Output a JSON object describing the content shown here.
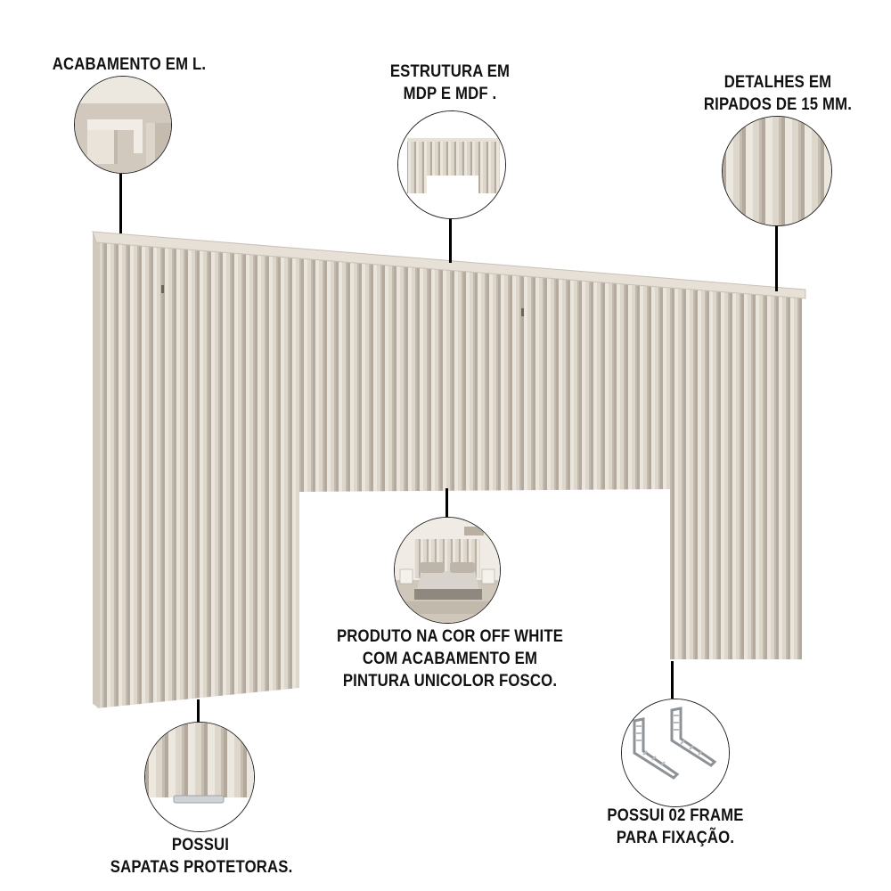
{
  "labels": {
    "acabamento": "ACABAMENTO EM L.",
    "estrutura_line1": "ESTRUTURA EM",
    "estrutura_line2": "MDP E MDF .",
    "detalhes_line1": "DETALHES EM",
    "detalhes_line2": "RIPADOS DE 15 MM.",
    "produto_line1": "PRODUTO NA COR OFF WHITE",
    "produto_line2": "COM ACABAMENTO EM",
    "produto_line3": "PINTURA UNICOLOR FOSCO.",
    "possui_line1": "POSSUI",
    "possui_line2": "SAPATAS PROTETORAS.",
    "frame_line1": "POSSUI 02 FRAME",
    "frame_line2": "PARA FIXAÇÃO."
  },
  "colors": {
    "panel_base": "#d9d2c7",
    "panel_light": "#e9e3da",
    "panel_shadow": "#b5ac9f",
    "top_rail": "#e4ded4",
    "text": "#111111"
  },
  "callouts": [
    {
      "name": "l-finish-detail",
      "icon": "l-profile-corner"
    },
    {
      "name": "structure-detail",
      "icon": "slatted-panel-section"
    },
    {
      "name": "slats-detail",
      "icon": "vertical-slats"
    },
    {
      "name": "room-photo",
      "icon": "bedroom-scene"
    },
    {
      "name": "protective-feet-detail",
      "icon": "slat-foot"
    },
    {
      "name": "mounting-frame-detail",
      "icon": "metal-brackets"
    }
  ]
}
